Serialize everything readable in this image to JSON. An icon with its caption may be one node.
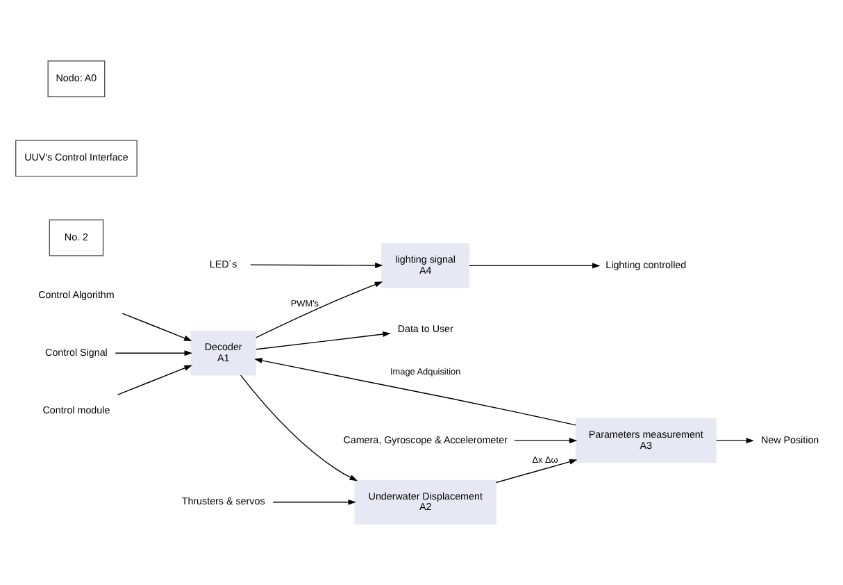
{
  "diagram": {
    "nodes": [
      {
        "text": [
          "Control Algorithm"
        ]
      },
      {
        "text": [
          "Control Signal"
        ]
      },
      {
        "text": [
          "Decoder",
          "A1"
        ]
      },
      {
        "text": [
          "Data to User"
        ]
      },
      {
        "text": [
          "Underwater Displacement",
          "A2"
        ]
      },
      {
        "text": [
          "Parameters measurement",
          "A3"
        ]
      },
      {
        "text": [
          "New Position"
        ]
      },
      {
        "text": [
          "lighting signal",
          "A4"
        ]
      },
      {
        "text": [
          "Lighting controlled"
        ]
      },
      {
        "text": [
          "Control module"
        ]
      },
      {
        "text": [
          "Thrusters & servos"
        ]
      },
      {
        "text": [
          "Camera, Gyroscope & Accelerometer"
        ]
      },
      {
        "text": [
          "LED´s"
        ]
      }
    ],
    "edges": [
      {
        "from": 0,
        "to": 2,
        "arrow": "to"
      },
      {
        "from": 1,
        "to": 2,
        "arrow": "to"
      },
      {
        "from": 9,
        "to": 2,
        "arrow": "to"
      },
      {
        "from": 2,
        "to": 3,
        "arrow": "to"
      },
      {
        "from": 2,
        "to": 4,
        "arrow": "to"
      },
      {
        "from": 2,
        "to": 7,
        "arrow": "to",
        "label": "PWM's"
      },
      {
        "from": 10,
        "to": 4,
        "arrow": "to"
      },
      {
        "from": 4,
        "to": 5,
        "arrow": "to",
        "label": "Δx Δω"
      },
      {
        "from": 11,
        "to": 5,
        "arrow": "to"
      },
      {
        "from": 5,
        "to": 6,
        "arrow": "to"
      },
      {
        "from": 5,
        "to": 2,
        "arrow": "to",
        "label": "Image Adquisition"
      },
      {
        "from": 12,
        "to": 7,
        "arrow": "to"
      },
      {
        "from": 7,
        "to": 8,
        "arrow": "to"
      }
    ],
    "labels": [
      "Nodo: A0",
      "UUV's Control Interface",
      "No. 2"
    ]
  }
}
